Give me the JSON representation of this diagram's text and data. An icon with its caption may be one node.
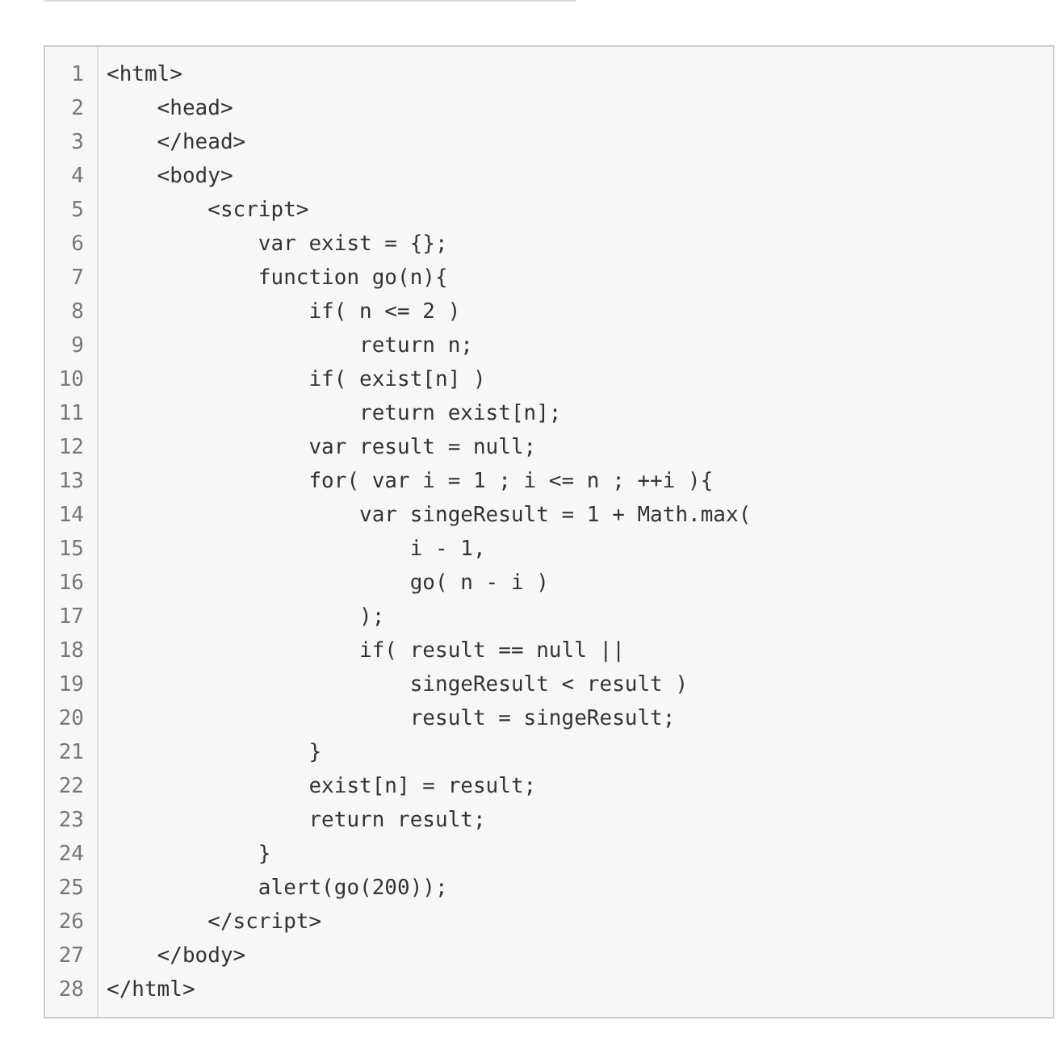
{
  "diagram": {
    "labels": [
      "1",
      "<html>",
      "2",
      "    <head>",
      "3",
      "    </head>",
      "4",
      "    <body>",
      "5",
      "        <script>",
      "6",
      "            var exist = {};",
      "7",
      "            function go(n){",
      "8",
      "                if( n <= 2 )",
      "9",
      "                    return n;",
      "10",
      "                if( exist[n] )",
      "11",
      "                    return exist[n];",
      "12",
      "                var result = null;",
      "13",
      "                for( var i = 1 ; i <= n ; ++i ){",
      "14",
      "                    var singeResult = 1 + Math.max(",
      "15",
      "                        i - 1,",
      "16",
      "                        go( n - i )",
      "17",
      "                    );",
      "18",
      "                    if( result == null ||",
      "19",
      "                        singeResult < result )",
      "20",
      "                        result = singeResult;",
      "21",
      "                }",
      "22",
      "                exist[n] = result;",
      "23",
      "                return result;",
      "24",
      "            }",
      "25",
      "            alert(go(200));",
      "26",
      "        </script>",
      "27",
      "    </body>",
      "28",
      "</html>"
    ]
  }
}
